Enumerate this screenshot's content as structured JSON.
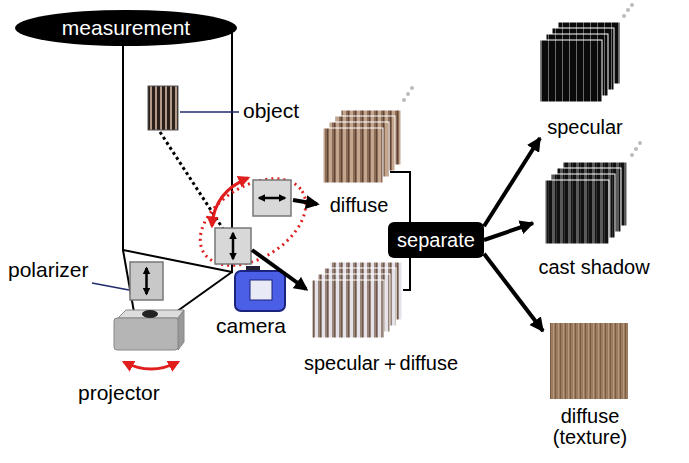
{
  "diagram": {
    "nodes": [
      {
        "text": [
          "measurement"
        ]
      },
      {
        "text": [
          "diffuse"
        ]
      },
      {
        "text": [
          "specular＋diffuse"
        ]
      },
      {
        "text": [
          "separate"
        ]
      },
      {
        "text": [
          "specular"
        ]
      },
      {
        "text": [
          "cast shadow"
        ]
      },
      {
        "text": [
          "diffuse (texture)"
        ]
      }
    ],
    "edges": [
      {
        "from": 1,
        "to": 3,
        "arrow": "none"
      },
      {
        "from": 2,
        "to": 3,
        "arrow": "none"
      },
      {
        "from": 3,
        "to": 4,
        "arrow": "to"
      },
      {
        "from": 3,
        "to": 5,
        "arrow": "to"
      },
      {
        "from": 3,
        "to": 6,
        "arrow": "to"
      }
    ],
    "labels": [
      "object",
      "polarizer",
      "camera",
      "projector"
    ]
  }
}
